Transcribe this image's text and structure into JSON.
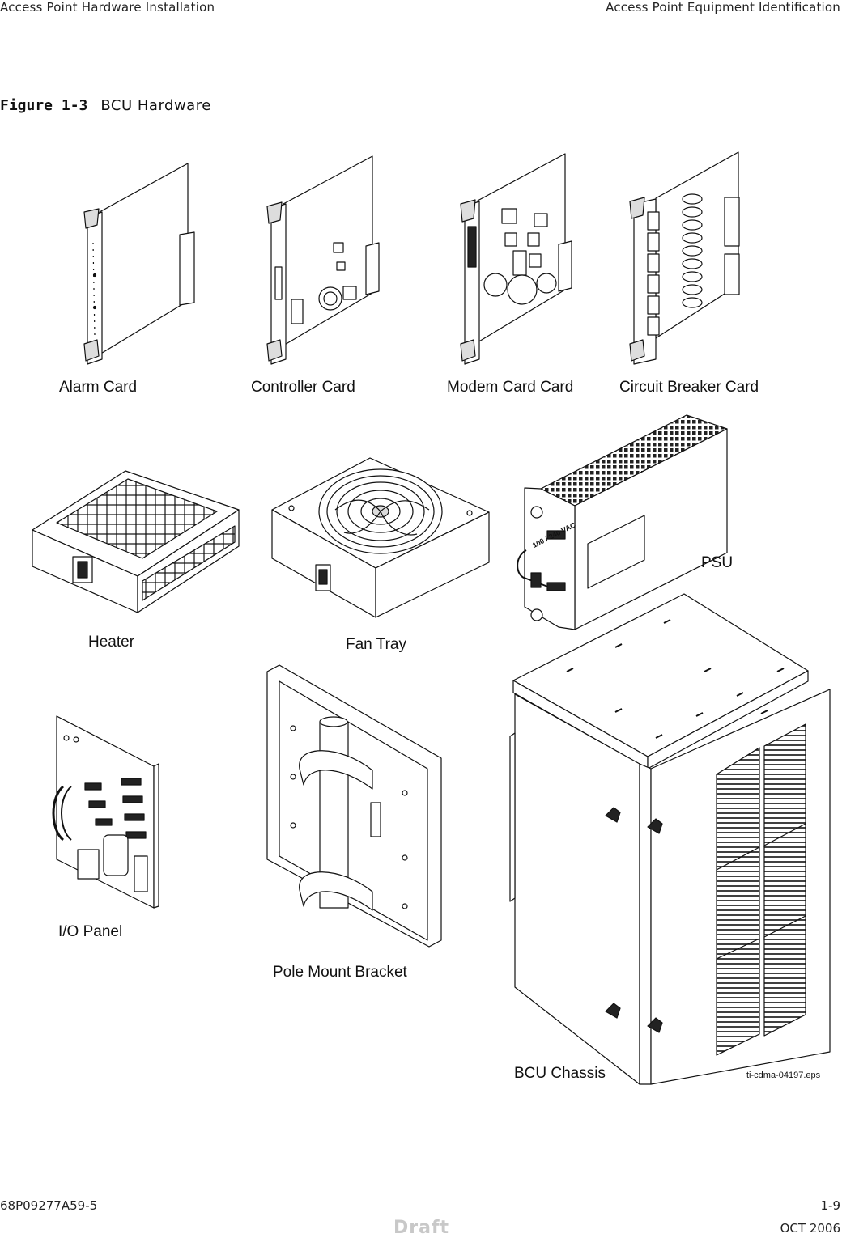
{
  "header": {
    "left": "Access Point Hardware Installation",
    "right": "Access Point Equipment Identiﬁcation"
  },
  "figure": {
    "number": "Figure 1-3",
    "caption": "BCU Hardware",
    "labels": {
      "alarm_card": "Alarm Card",
      "controller_card": "Controller Card",
      "modem_card": "Modem Card Card",
      "circuit_breaker_card": "Circuit Breaker Card",
      "heater": "Heater",
      "fan_tray": "Fan Tray",
      "psu": "PSU",
      "psu_voltage": "100 / 240 VAC",
      "io_panel": "I/O Panel",
      "pole_mount_bracket": "Pole Mount Bracket",
      "bcu_chassis": "BCU Chassis"
    },
    "file_name": "ti-cdma-04197.eps"
  },
  "footer": {
    "doc_number": "68P09277A59-5",
    "page": "1-9",
    "watermark": "Draft",
    "date": "OCT 2006"
  }
}
